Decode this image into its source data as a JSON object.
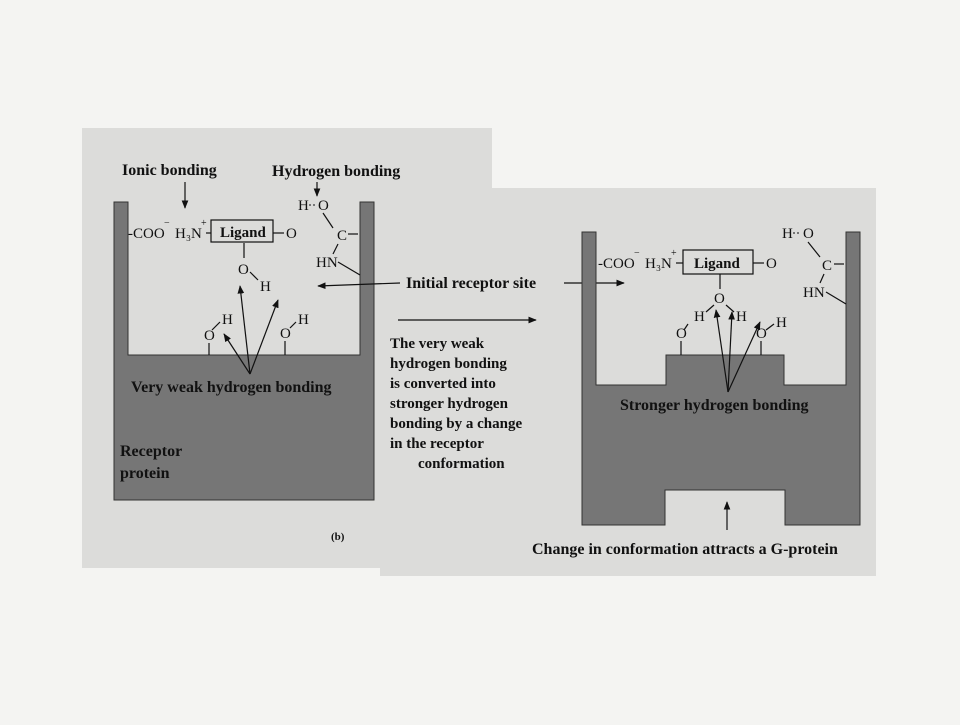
{
  "left_panel": {
    "ionic_bonding_label": "Ionic bonding",
    "hydrogen_bonding_label": "Hydrogen bonding",
    "coo_label": "-COO",
    "coo_charge": "−",
    "h3n_label": "H₃N",
    "h3n_charge": "+",
    "ligand_label": "Ligand",
    "o_label": "O",
    "h_label": "H",
    "c_label": "C",
    "hn_label": "HN",
    "very_weak_label": "Very weak hydrogen bonding",
    "receptor_protein_line1": "Receptor",
    "receptor_protein_line2": "protein",
    "panel_tag": "(b)"
  },
  "middle": {
    "initial_site_label": "Initial receptor site",
    "description_lines": [
      "The very weak",
      "hydrogen bonding",
      "is converted into",
      "stronger hydrogen",
      "bonding by a change",
      "in the receptor",
      "conformation"
    ]
  },
  "right_panel": {
    "coo_label": "-COO",
    "coo_charge": "−",
    "h3n_label": "H₃N",
    "h3n_charge": "+",
    "ligand_label": "Ligand",
    "o_label": "O",
    "h_label": "H",
    "c_label": "C",
    "hn_label": "HN",
    "stronger_label": "Stronger hydrogen bonding",
    "caption": "Change in conformation attracts a G-protein"
  },
  "colors": {
    "protein_fill": "#767676",
    "figure_background": "#dcdcda",
    "ink": "#111111"
  }
}
